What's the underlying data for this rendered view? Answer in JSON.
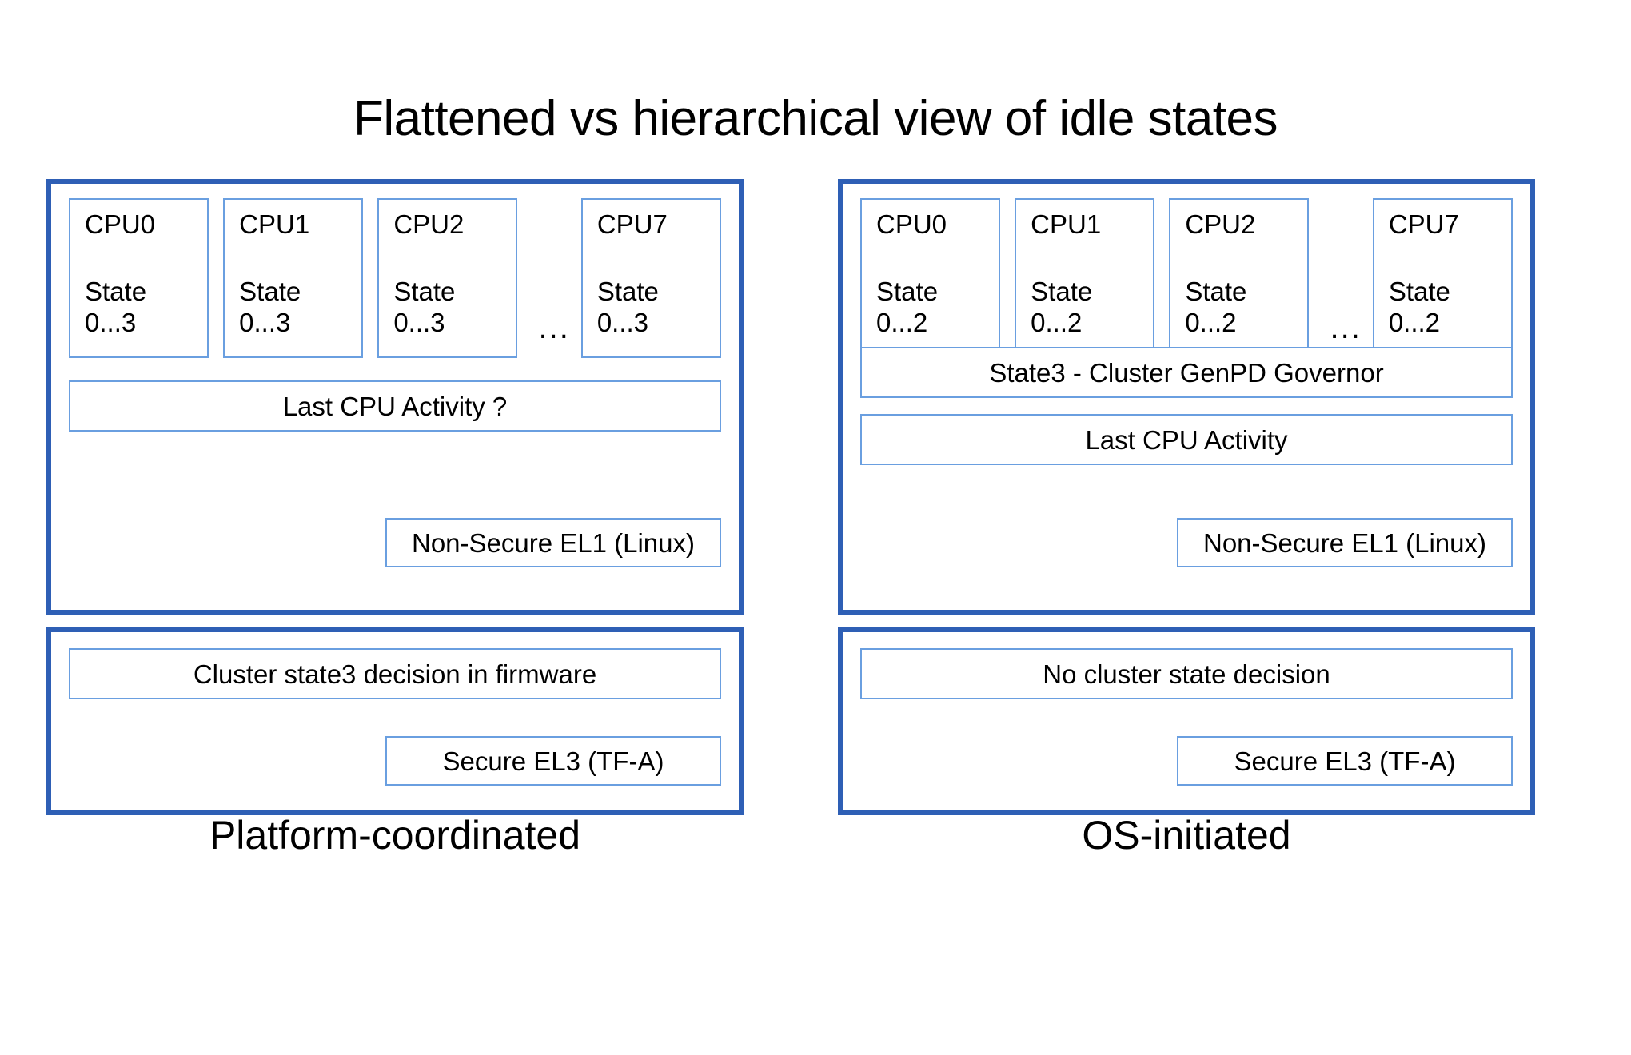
{
  "slide": {
    "title": "Flattened vs hierarchical view of idle states",
    "background_color": "#FFFFFF",
    "outer_border_color": "#2E5FB5",
    "inner_border_color": "#6A9FE0",
    "text_color": "#000000"
  },
  "columns": [
    {
      "id": "platform-coordinated",
      "caption": "Platform-coordinated",
      "os_panel": {
        "layer_label": "Non-Secure EL1 (Linux)",
        "cpus": [
          {
            "name": "CPU0",
            "state_line1": "State",
            "state_line2": "0...3"
          },
          {
            "name": "CPU1",
            "state_line1": "State",
            "state_line2": "0...3"
          },
          {
            "name": "CPU2",
            "state_line1": "State",
            "state_line2": "0...3"
          },
          {
            "name": "CPU7",
            "state_line1": "State",
            "state_line2": "0...3"
          }
        ],
        "ellipsis": "...",
        "bars": [
          {
            "id": "last-cpu-activity",
            "label": "Last CPU Activity ?"
          }
        ]
      },
      "fw_panel": {
        "layer_label": "Secure EL3 (TF-A)",
        "bars": [
          {
            "id": "cluster-decision",
            "label": "Cluster state3 decision in firmware"
          }
        ]
      }
    },
    {
      "id": "os-initiated",
      "caption": "OS-initiated",
      "os_panel": {
        "layer_label": "Non-Secure EL1 (Linux)",
        "cpus": [
          {
            "name": "CPU0",
            "state_line1": "State",
            "state_line2": "0...2"
          },
          {
            "name": "CPU1",
            "state_line1": "State",
            "state_line2": "0...2"
          },
          {
            "name": "CPU2",
            "state_line1": "State",
            "state_line2": "0...2"
          },
          {
            "name": "CPU7",
            "state_line1": "State",
            "state_line2": "0...2"
          }
        ],
        "ellipsis": "...",
        "bars": [
          {
            "id": "genpd-governor",
            "label": "State3 - Cluster GenPD Governor"
          },
          {
            "id": "last-cpu-activity",
            "label": "Last CPU Activity"
          }
        ]
      },
      "fw_panel": {
        "layer_label": "Secure EL3 (TF-A)",
        "bars": [
          {
            "id": "no-cluster-decision",
            "label": "No cluster state decision"
          }
        ]
      }
    }
  ]
}
